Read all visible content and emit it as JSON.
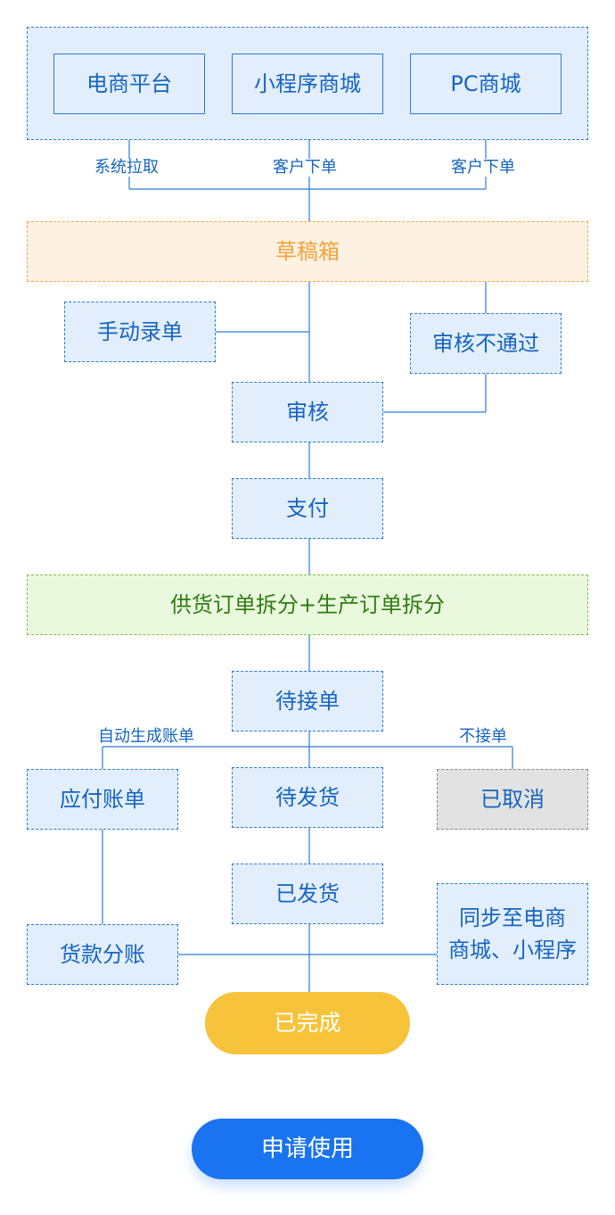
{
  "sources": [
    "电商平台",
    "小程序商城",
    "PC商城"
  ],
  "edge_labels": {
    "system_pull": "系统拉取",
    "customer_order_1": "客户下单",
    "customer_order_2": "客户下单",
    "auto_bill": "自动生成账单",
    "not_accept": "不接单"
  },
  "nodes": {
    "draft": "草稿箱",
    "manual_entry": "手动录单",
    "review_failed": "审核不通过",
    "review": "审核",
    "payment": "支付",
    "order_split": "供货订单拆分+生产订单拆分",
    "pending_accept": "待接单",
    "payable_bill": "应付账单",
    "pending_ship": "待发货",
    "cancelled": "已取消",
    "shipped": "已发货",
    "settlement": "货款分账",
    "sync": "同步至电商\n商城、小程序",
    "completed": "已完成"
  },
  "colors": {
    "line": "#2b7bd6",
    "node_fill": "#e3eefc",
    "draft_fill": "#fdf1e2",
    "draft_text": "#f3a23a",
    "split_fill": "#eaf8de",
    "split_text": "#2f7d10",
    "cancelled_fill": "#e2e2e2",
    "completed_fill": "#f6c33b",
    "apply_fill": "#1a73f0"
  },
  "apply_button": "申请使用"
}
